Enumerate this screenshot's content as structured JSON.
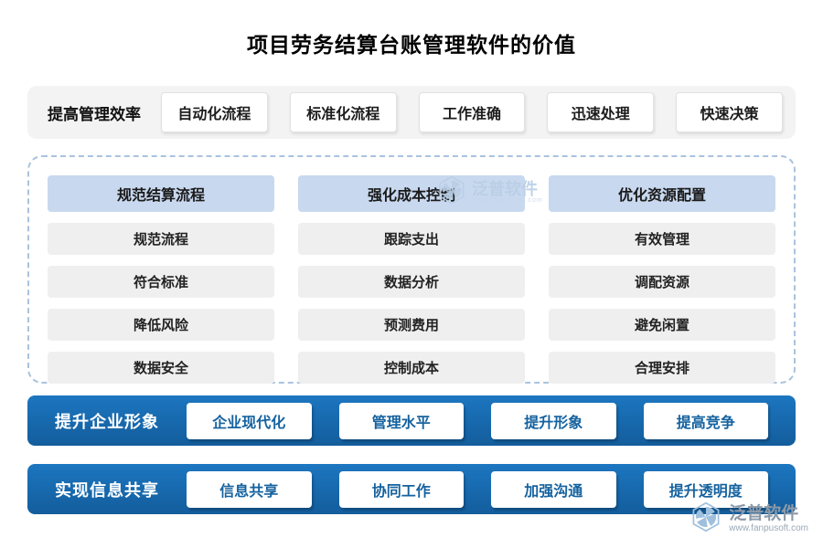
{
  "title": "项目劳务结算台账管理软件的价值",
  "colors": {
    "band_blue": "#1568b2",
    "header_light_blue": "#c8d8ef",
    "item_gray": "#efefef",
    "row_gray": "#f3f3f4"
  },
  "efficiency_row": {
    "label": "提高管理效率",
    "items": [
      "自动化流程",
      "标准化流程",
      "工作准确",
      "迅速处理",
      "快速决策"
    ]
  },
  "columns": [
    {
      "header": "规范结算流程",
      "items": [
        "规范流程",
        "符合标准",
        "降低风险",
        "数据安全"
      ]
    },
    {
      "header": "强化成本控制",
      "items": [
        "跟踪支出",
        "数据分析",
        "预测费用",
        "控制成本"
      ]
    },
    {
      "header": "优化资源配置",
      "items": [
        "有效管理",
        "调配资源",
        "避免闲置",
        "合理安排"
      ]
    }
  ],
  "image_row": {
    "label": "提升企业形象",
    "items": [
      "企业现代化",
      "管理水平",
      "提升形象",
      "提高竞争"
    ]
  },
  "share_row": {
    "label": "实现信息共享",
    "items": [
      "信息共享",
      "协同工作",
      "加强沟通",
      "提升透明度"
    ]
  },
  "watermark": {
    "brand": "泛普软件",
    "url": "www.fanpusoft.com"
  }
}
